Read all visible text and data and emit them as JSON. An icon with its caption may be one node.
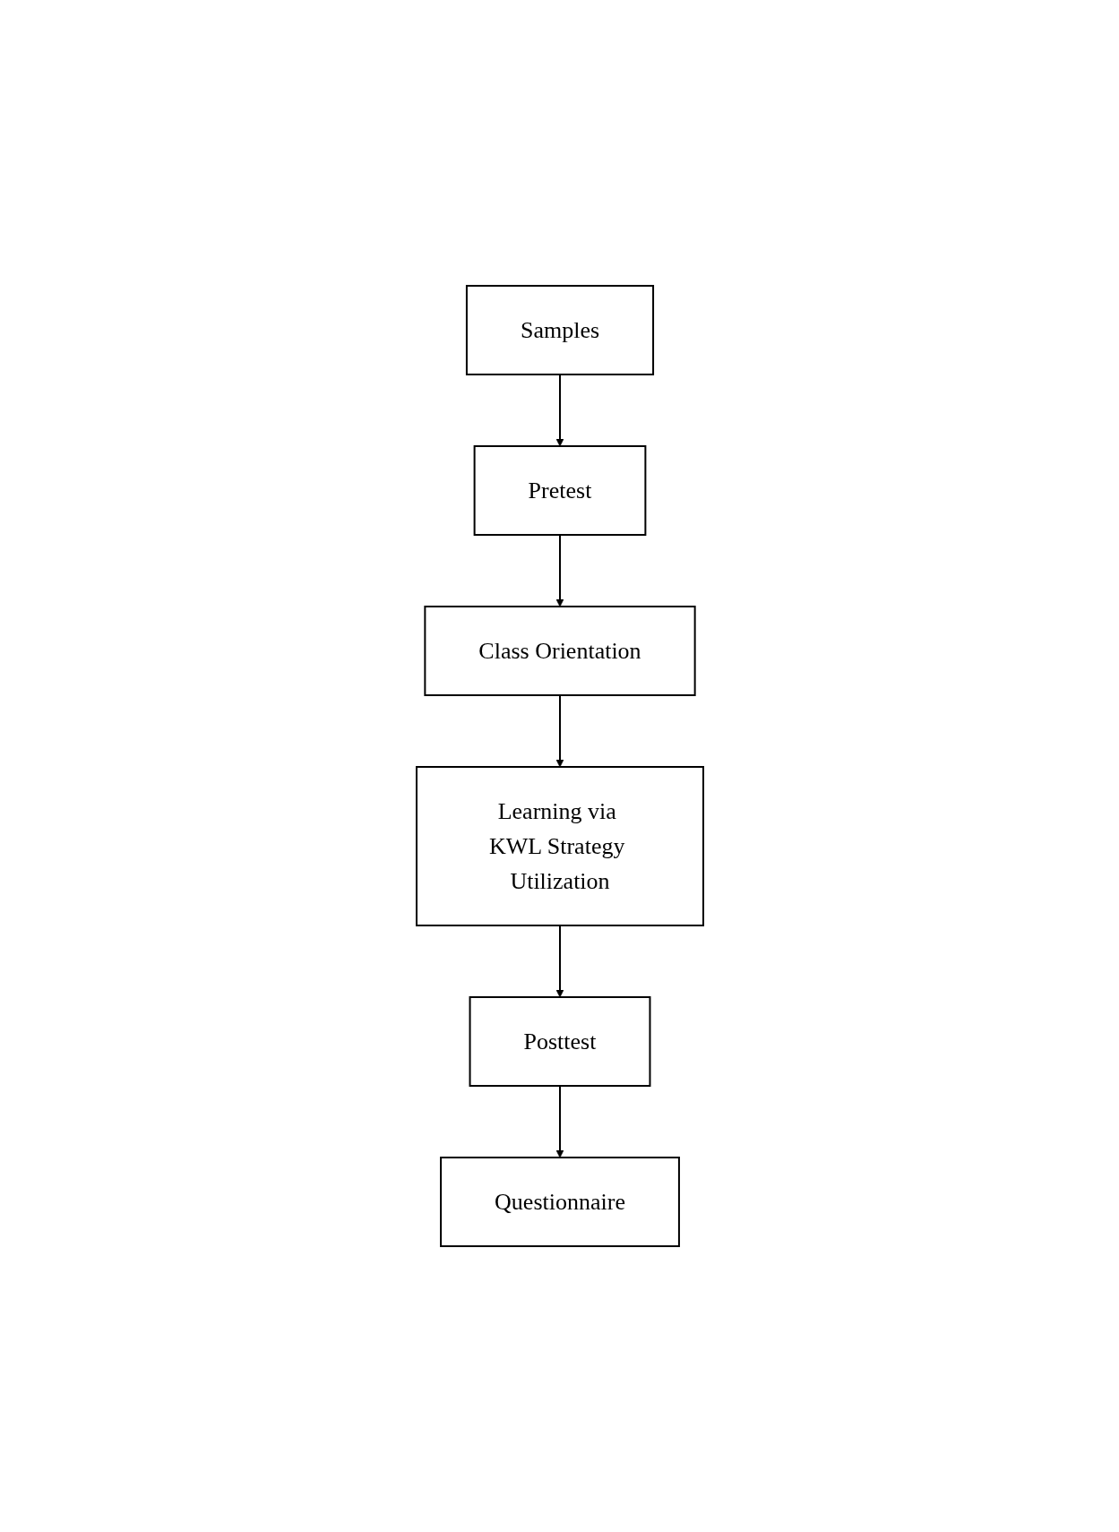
{
  "diagram": {
    "nodes": [
      {
        "text": [
          "Samples"
        ]
      },
      {
        "text": [
          "Pretest"
        ]
      },
      {
        "text": [
          "Class Orientation"
        ]
      },
      {
        "text": [
          "Learning via KWL Strategy Utilization"
        ]
      },
      {
        "text": [
          "Posttest"
        ]
      },
      {
        "text": [
          "Questionnaire"
        ]
      }
    ],
    "edges": [
      {
        "from": 0,
        "to": 1,
        "arrow": "to"
      },
      {
        "from": 1,
        "to": 2,
        "arrow": "to"
      },
      {
        "from": 2,
        "to": 3,
        "arrow": "to"
      },
      {
        "from": 3,
        "to": 4,
        "arrow": "to"
      },
      {
        "from": 4,
        "to": 5,
        "arrow": "to"
      }
    ]
  }
}
